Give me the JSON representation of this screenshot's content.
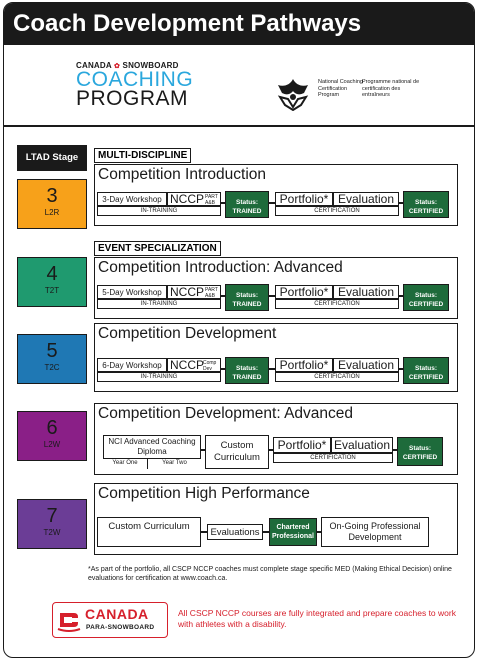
{
  "page": {
    "title": "Coach Development Pathways"
  },
  "logos": {
    "brand_top": "CANADA",
    "brand_top_2": "SNOWBOARD",
    "coaching": "COACHING",
    "program": "PROGRAM",
    "nccp_en": "National Coaching Certification Program",
    "nccp_fr": "Programme national de certification des entraîneurs"
  },
  "ltad_header": "LTAD Stage",
  "sections": {
    "multi": "MULTI-DISCIPLINE",
    "event": "EVENT SPECIALIZATION"
  },
  "stage_colors": {
    "s3": "#f7a11a",
    "s4": "#1f9a6f",
    "s5": "#1f78b4",
    "s6": "#8a1f87",
    "s7": "#6b3d96",
    "status_green": "#1e6b3b",
    "para_red": "#d6202c"
  },
  "stages": [
    {
      "num": "3",
      "code": "L2R"
    },
    {
      "num": "4",
      "code": "T2T"
    },
    {
      "num": "5",
      "code": "T2C"
    },
    {
      "num": "6",
      "code": "L2W"
    },
    {
      "num": "7",
      "code": "T2W"
    }
  ],
  "pathways": {
    "ci": {
      "title": "Competition Introduction",
      "workshop": "3-Day Workshop",
      "nccp": "NCCP",
      "nccp_sup": "PART A&B",
      "status_trained": "Status: TRAINED",
      "portfolio": "Portfolio*",
      "evaluation": "Evaluation",
      "status_certified": "Status: CERTIFIED",
      "in_training": "IN-TRAINING",
      "certification": "CERTIFICATION"
    },
    "cia": {
      "title": "Competition Introduction: Advanced",
      "workshop": "5-Day Workshop",
      "nccp": "NCCP",
      "nccp_sup": "PART A&B",
      "status_trained": "Status: TRAINED",
      "portfolio": "Portfolio*",
      "evaluation": "Evaluation",
      "status_certified": "Status: CERTIFIED",
      "in_training": "IN-TRAINING",
      "certification": "CERTIFICATION"
    },
    "cd": {
      "title": "Competition Development",
      "workshop": "6-Day Workshop",
      "nccp": "NCCP",
      "nccp_sup": "Comp Dev",
      "status_trained": "Status: TRAINED",
      "portfolio": "Portfolio*",
      "evaluation": "Evaluation",
      "status_certified": "Status: CERTIFIED",
      "in_training": "IN-TRAINING",
      "certification": "CERTIFICATION"
    },
    "cda": {
      "title": "Competition Development: Advanced",
      "nci": "NCI Advanced Coaching Diploma",
      "year_one": "Year One",
      "year_two": "Year Two",
      "custom": "Custom Curriculum",
      "portfolio": "Portfolio*",
      "evaluation": "Evaluation",
      "status_certified": "Status: CERTIFIED",
      "certification": "CERTIFICATION"
    },
    "chp": {
      "title": "Competition High Performance",
      "custom": "Custom Curriculum",
      "evaluations": "Evaluations",
      "chartered": "Chartered Professional",
      "ongoing": "On-Going Professional Development"
    }
  },
  "footnote": "*As part of the portfolio, all CSCP NCCP coaches must complete stage specific MED (Making Ethical Decision) online evaluations for certification at www.coach.ca.",
  "para": {
    "canada": "CANADA",
    "sub": "PARA-SNOWBOARD",
    "note": "All CSCP NCCP courses are fully integrated and prepare coaches to work with athletes with a disability."
  }
}
